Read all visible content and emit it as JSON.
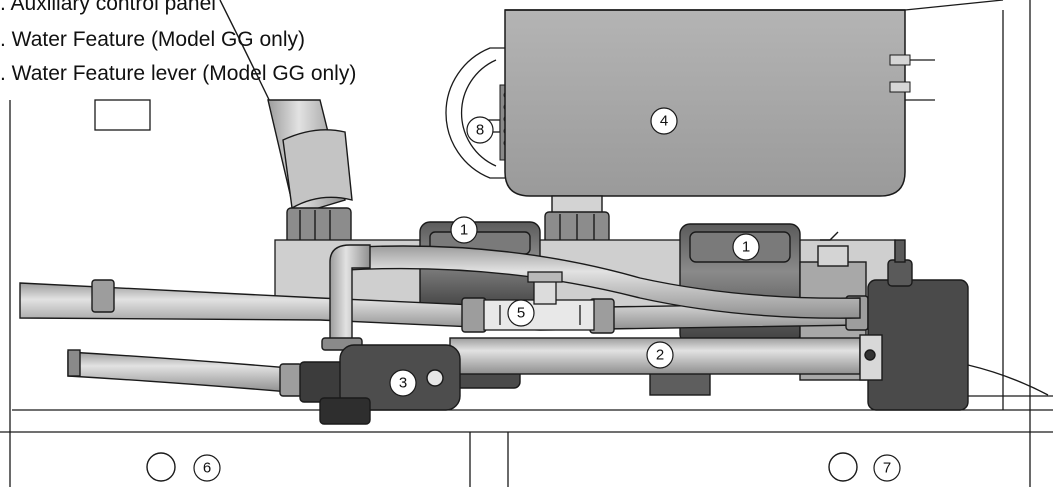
{
  "legend": {
    "items": [
      ". Auxiliary control panel",
      ". Water Feature (Model GG only)",
      ". Water Feature lever (Model GG only)"
    ]
  },
  "callouts": [
    "1",
    "1",
    "2",
    "3",
    "4",
    "5",
    "6",
    "7",
    "8"
  ],
  "colors": {
    "line": "#1a1a1a",
    "housing": "#a7a7a7",
    "pipe": "#c9c9c9",
    "pipe_dark": "#9a9a9a",
    "motor": "#6a6a6a",
    "pump": "#454545",
    "panel": "#f4f4f4"
  }
}
